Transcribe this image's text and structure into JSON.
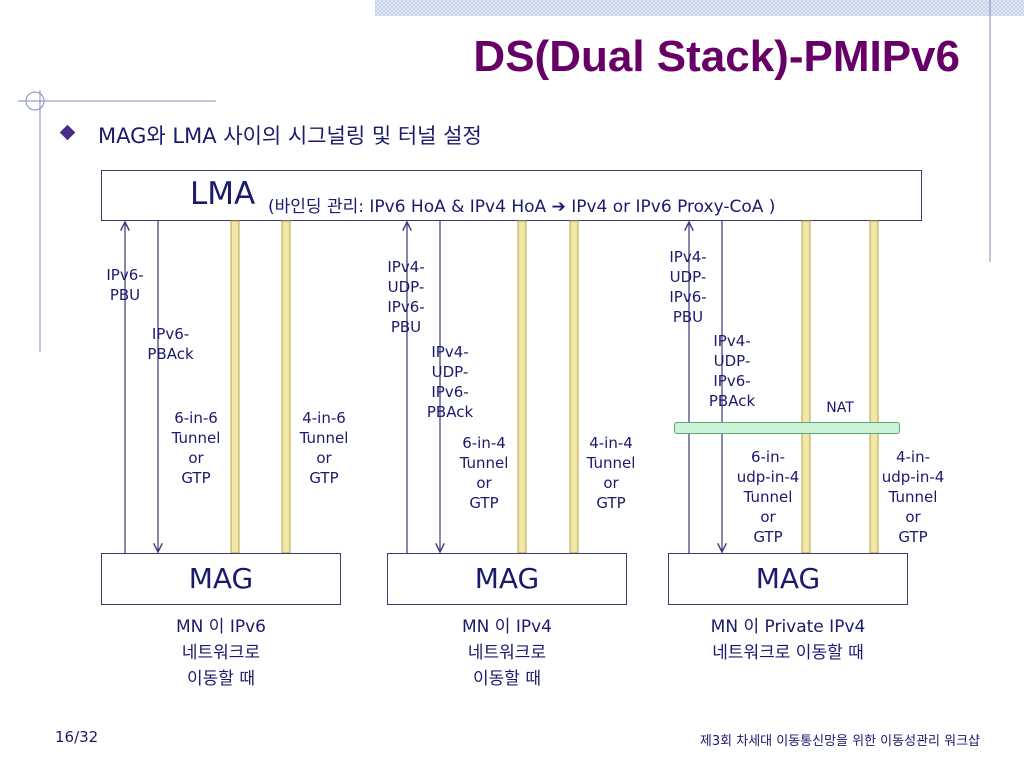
{
  "slide": {
    "title": "DS(Dual Stack)-PMIPv6",
    "bullet": "MAG와 LMA 사이의 시그널링 및 터널 설정"
  },
  "lma": {
    "label": "LMA",
    "desc": "(바인딩 관리: IPv6 HoA & IPv4 HoA ➔ IPv4 or IPv6 Proxy-CoA )"
  },
  "scenarios": [
    {
      "mag": "MAG",
      "pbu": [
        "IPv6-",
        "PBU"
      ],
      "pback": [
        "IPv6-",
        "PBAck"
      ],
      "tunnel_a": [
        "6-in-6",
        "Tunnel",
        "or",
        "GTP"
      ],
      "tunnel_b": [
        "4-in-6",
        "Tunnel",
        "or",
        "GTP"
      ],
      "caption": [
        "MN 이 IPv6",
        "네트워크로",
        "이동할 때"
      ]
    },
    {
      "mag": "MAG",
      "pbu": [
        "IPv4-",
        "UDP-",
        "IPv6-",
        "PBU"
      ],
      "pback": [
        "IPv4-",
        "UDP-",
        "IPv6-",
        "PBAck"
      ],
      "tunnel_a": [
        "6-in-4",
        "Tunnel",
        "or",
        "GTP"
      ],
      "tunnel_b": [
        "4-in-4",
        "Tunnel",
        "or",
        "GTP"
      ],
      "caption": [
        "MN 이 IPv4",
        "네트워크로",
        "이동할 때"
      ]
    },
    {
      "mag": "MAG",
      "pbu": [
        "IPv4-",
        "UDP-",
        "IPv6-",
        "PBU"
      ],
      "pback": [
        "IPv4-",
        "UDP-",
        "IPv6-",
        "PBAck"
      ],
      "nat": "NAT",
      "tunnel_a": [
        "6-in-",
        "udp-in-4",
        "Tunnel",
        "or",
        "GTP"
      ],
      "tunnel_b": [
        "4-in-",
        "udp-in-4",
        "Tunnel",
        "or",
        "GTP"
      ],
      "caption": [
        "MN 이 Private IPv4",
        "네트워크로 이동할 때"
      ]
    }
  ],
  "footer": {
    "page": "16/32",
    "event": "제3회 차세대 이동통신망을 위한 이동성관리 워크샵"
  },
  "colors": {
    "title": "#660066",
    "text": "#1a1a6e",
    "tunnel_fill": "#f2e6a6",
    "tunnel_border": "#b8a24a",
    "nat_fill": "#ccf2d6"
  }
}
